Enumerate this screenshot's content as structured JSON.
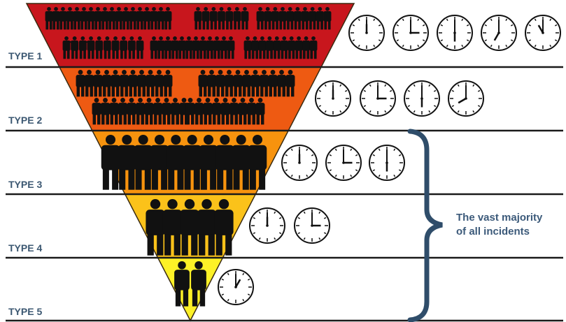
{
  "tiers": [
    {
      "label": "TYPE 1",
      "color": "#c8161d",
      "clocks": [
        "clock-icon-12",
        "clock-icon-3",
        "clock-icon-6",
        "clock-icon-7",
        "clock-icon-11"
      ]
    },
    {
      "label": "TYPE 2",
      "color": "#ee5a12",
      "clocks": [
        "clock-icon-12",
        "clock-icon-3",
        "clock-icon-6",
        "clock-icon-8"
      ]
    },
    {
      "label": "TYPE 3",
      "color": "#f7930e",
      "clocks": [
        "clock-icon-12",
        "clock-icon-3",
        "clock-icon-6"
      ]
    },
    {
      "label": "TYPE 4",
      "color": "#fbc21a",
      "clocks": [
        "clock-icon-12",
        "clock-icon-3"
      ]
    },
    {
      "label": "TYPE 5",
      "color": "#fdf127",
      "clocks": [
        "clock-icon-1"
      ]
    }
  ],
  "annotation": {
    "line1": "The vast majority",
    "line2": "of all incidents",
    "color": "#3c5a7a"
  }
}
